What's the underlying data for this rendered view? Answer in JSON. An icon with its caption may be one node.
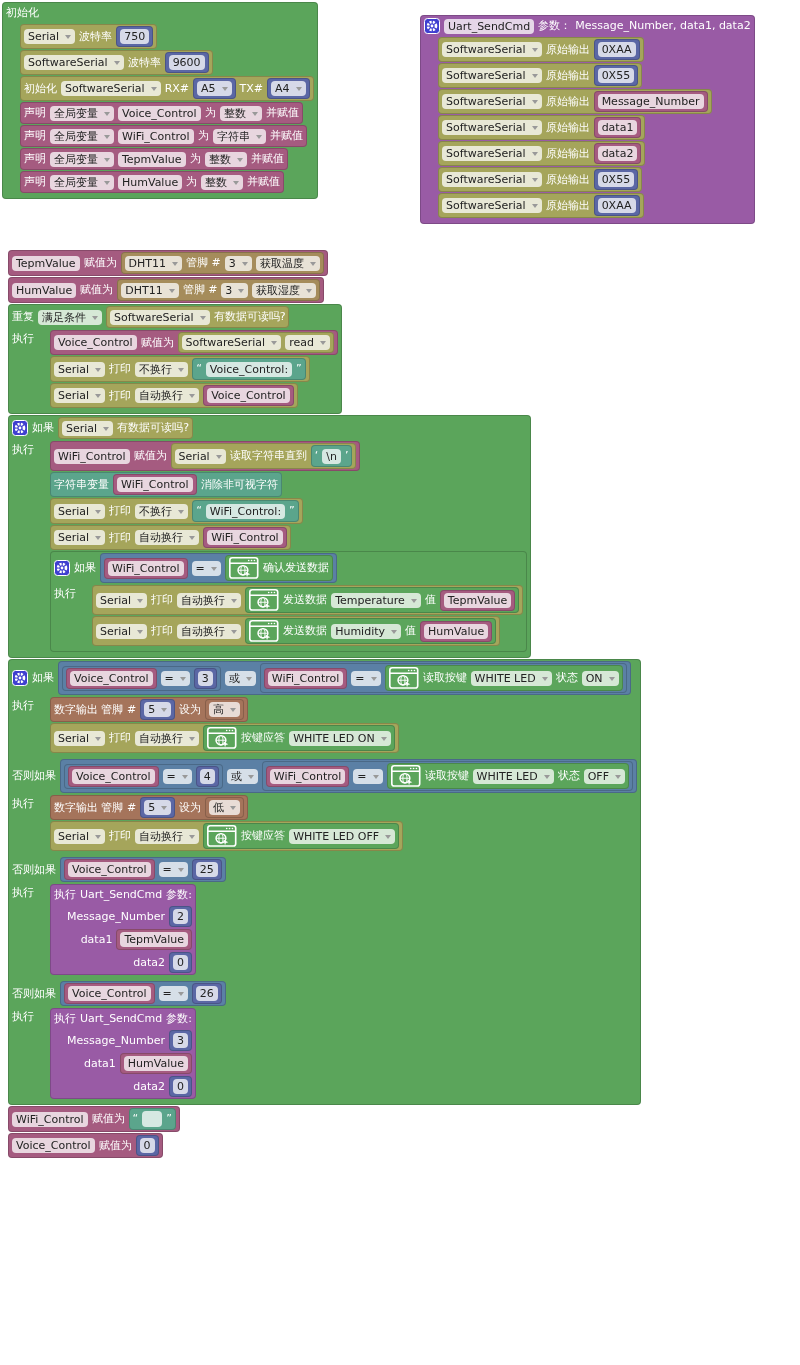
{
  "diagram": {
    "nodes": [
      {
        "text": [
          "初始化"
        ]
      },
      {
        "text": [
          "Serial",
          "波特率"
        ],
        "in": 0
      },
      {
        "text": [
          "750"
        ],
        "in": 1
      },
      {
        "text": [
          "SoftwareSerial",
          "波特率"
        ],
        "in": 0
      },
      {
        "text": [
          "9600"
        ],
        "in": 3
      },
      {
        "text": [
          "初始化",
          "SoftwareSerial",
          "RX#",
          "TX#"
        ],
        "in": 0
      },
      {
        "text": [
          "A5"
        ],
        "in": 5
      },
      {
        "text": [
          "A4"
        ],
        "in": 5
      },
      {
        "text": [
          "声明",
          "全局变量",
          "Voice_Control",
          "为",
          "整数",
          "并赋值"
        ],
        "in": 0
      },
      {
        "text": [
          "声明",
          "全局变量",
          "WiFi_Control",
          "为",
          "字符串",
          "并赋值"
        ],
        "in": 0
      },
      {
        "text": [
          "声明",
          "全局变量",
          "TepmValue",
          "为",
          "整数",
          "并赋值"
        ],
        "in": 0
      },
      {
        "text": [
          "声明",
          "全局变量",
          "HumValue",
          "为",
          "整数",
          "并赋值"
        ],
        "in": 0
      },
      {
        "text": [
          "Uart_SendCmd",
          "参数：",
          "Message_Number, data1, data2"
        ]
      },
      {
        "text": [
          "SoftwareSerial",
          "原始输出"
        ],
        "in": 12
      },
      {
        "text": [
          "0XAA"
        ],
        "in": 13
      },
      {
        "text": [
          "SoftwareSerial",
          "原始输出"
        ],
        "in": 12
      },
      {
        "text": [
          "0X55"
        ],
        "in": 15
      },
      {
        "text": [
          "SoftwareSerial",
          "原始输出"
        ],
        "in": 12
      },
      {
        "text": [
          "Message_Number"
        ],
        "in": 17
      },
      {
        "text": [
          "SoftwareSerial",
          "原始输出"
        ],
        "in": 12
      },
      {
        "text": [
          "data1"
        ],
        "in": 19
      },
      {
        "text": [
          "SoftwareSerial",
          "原始输出"
        ],
        "in": 12
      },
      {
        "text": [
          "data2"
        ],
        "in": 21
      },
      {
        "text": [
          "SoftwareSerial",
          "原始输出"
        ],
        "in": 12
      },
      {
        "text": [
          "0X55"
        ],
        "in": 23
      },
      {
        "text": [
          "SoftwareSerial",
          "原始输出"
        ],
        "in": 12
      },
      {
        "text": [
          "0XAA"
        ],
        "in": 25
      },
      {
        "text": [
          "TepmValue",
          "赋值为"
        ]
      },
      {
        "text": [
          "DHT11",
          "管脚 #",
          "3",
          "获取温度"
        ],
        "in": 27
      },
      {
        "text": [
          "HumValue",
          "赋值为"
        ]
      },
      {
        "text": [
          "DHT11",
          "管脚 #",
          "3",
          "获取湿度"
        ],
        "in": 29
      },
      {
        "text": [
          "重复",
          "满足条件",
          "执行"
        ]
      },
      {
        "text": [
          "SoftwareSerial",
          "有数据可读吗?"
        ],
        "in": 31
      },
      {
        "text": [
          "Voice_Control",
          "赋值为"
        ],
        "in": 31
      },
      {
        "text": [
          "SoftwareSerial",
          "read"
        ],
        "in": 33
      },
      {
        "text": [
          "Serial",
          "打印",
          "不换行"
        ],
        "in": 31
      },
      {
        "text": [
          "“",
          "Voice_Control:",
          "”"
        ],
        "in": 35
      },
      {
        "text": [
          "Serial",
          "打印",
          "自动换行"
        ],
        "in": 31
      },
      {
        "text": [
          "Voice_Control"
        ],
        "in": 37
      },
      {
        "text": [
          "如果",
          "执行"
        ]
      },
      {
        "text": [
          "Serial",
          "有数据可读吗?"
        ],
        "in": 39
      },
      {
        "text": [
          "WiFi_Control",
          "赋值为"
        ],
        "in": 39
      },
      {
        "text": [
          "Serial",
          "读取字符串直到"
        ],
        "in": 41
      },
      {
        "text": [
          "‘",
          "\\n",
          "’"
        ],
        "in": 42
      },
      {
        "text": [
          "字符串变量",
          "消除非可视字符"
        ],
        "in": 39
      },
      {
        "text": [
          "WiFi_Control"
        ],
        "in": 44
      },
      {
        "text": [
          "Serial",
          "打印",
          "不换行"
        ],
        "in": 39
      },
      {
        "text": [
          "“",
          "WiFi_Control:",
          "”"
        ],
        "in": 46
      },
      {
        "text": [
          "Serial",
          "打印",
          "自动换行"
        ],
        "in": 39
      },
      {
        "text": [
          "WiFi_Control"
        ],
        "in": 48
      },
      {
        "text": [
          "如果",
          "执行"
        ],
        "in": 39
      },
      {
        "text": [
          "="
        ],
        "in": 50
      },
      {
        "text": [
          "WiFi_Control"
        ],
        "in": 51
      },
      {
        "text": [
          "确认发送数据"
        ],
        "in": 51
      },
      {
        "text": [
          "Serial",
          "打印",
          "自动换行"
        ],
        "in": 50
      },
      {
        "text": [
          "发送数据",
          "Temperature",
          "值"
        ],
        "in": 54
      },
      {
        "text": [
          "TepmValue"
        ],
        "in": 55
      },
      {
        "text": [
          "Serial",
          "打印",
          "自动换行"
        ],
        "in": 50
      },
      {
        "text": [
          "发送数据",
          "Humidity",
          "值"
        ],
        "in": 57
      },
      {
        "text": [
          "HumValue"
        ],
        "in": 58
      },
      {
        "text": [
          "如果",
          "执行",
          "否则如果",
          "执行",
          "否则如果",
          "执行",
          "否则如果",
          "执行"
        ]
      },
      {
        "text": [
          "或"
        ],
        "in": 60
      },
      {
        "text": [
          "="
        ],
        "in": 61
      },
      {
        "text": [
          "Voice_Control"
        ],
        "in": 62
      },
      {
        "text": [
          "3"
        ],
        "in": 62
      },
      {
        "text": [
          "="
        ],
        "in": 61
      },
      {
        "text": [
          "WiFi_Control"
        ],
        "in": 65
      },
      {
        "text": [
          "读取按键",
          "WHITE LED",
          "状态",
          "ON"
        ],
        "in": 65
      },
      {
        "text": [
          "数字输出 管脚 #",
          "设为"
        ],
        "in": 60
      },
      {
        "text": [
          "5"
        ],
        "in": 68
      },
      {
        "text": [
          "高"
        ],
        "in": 68
      },
      {
        "text": [
          "Serial",
          "打印",
          "自动换行"
        ],
        "in": 60
      },
      {
        "text": [
          "按键应答",
          "WHITE LED ON"
        ],
        "in": 71
      },
      {
        "text": [
          "或"
        ],
        "in": 60
      },
      {
        "text": [
          "="
        ],
        "in": 73
      },
      {
        "text": [
          "Voice_Control"
        ],
        "in": 74
      },
      {
        "text": [
          "4"
        ],
        "in": 74
      },
      {
        "text": [
          "="
        ],
        "in": 73
      },
      {
        "text": [
          "WiFi_Control"
        ],
        "in": 77
      },
      {
        "text": [
          "读取按键",
          "WHITE LED",
          "状态",
          "OFF"
        ],
        "in": 77
      },
      {
        "text": [
          "数字输出 管脚 #",
          "设为"
        ],
        "in": 60
      },
      {
        "text": [
          "5"
        ],
        "in": 80
      },
      {
        "text": [
          "低"
        ],
        "in": 80
      },
      {
        "text": [
          "Serial",
          "打印",
          "自动换行"
        ],
        "in": 60
      },
      {
        "text": [
          "按键应答",
          "WHITE LED OFF"
        ],
        "in": 83
      },
      {
        "text": [
          "="
        ],
        "in": 60
      },
      {
        "text": [
          "Voice_Control"
        ],
        "in": 85
      },
      {
        "text": [
          "25"
        ],
        "in": 85
      },
      {
        "text": [
          "执行",
          "Uart_SendCmd",
          "参数:",
          "Message_Number",
          "data1",
          "data2"
        ],
        "in": 60
      },
      {
        "text": [
          "2"
        ],
        "in": 88
      },
      {
        "text": [
          "TepmValue"
        ],
        "in": 88
      },
      {
        "text": [
          "0"
        ],
        "in": 88
      },
      {
        "text": [
          "="
        ],
        "in": 60
      },
      {
        "text": [
          "Voice_Control"
        ],
        "in": 92
      },
      {
        "text": [
          "26"
        ],
        "in": 92
      },
      {
        "text": [
          "执行",
          "Uart_SendCmd",
          "参数:",
          "Message_Number",
          "data1",
          "data2"
        ],
        "in": 60
      },
      {
        "text": [
          "3"
        ],
        "in": 95
      },
      {
        "text": [
          "HumValue"
        ],
        "in": 95
      },
      {
        "text": [
          "0"
        ],
        "in": 95
      },
      {
        "text": [
          "WiFi_Control",
          "赋值为"
        ]
      },
      {
        "text": [
          "“",
          "”"
        ],
        "in": 99
      },
      {
        "text": [
          "Voice_Control",
          "赋值为"
        ]
      },
      {
        "text": [
          "0"
        ],
        "in": 101
      }
    ]
  }
}
